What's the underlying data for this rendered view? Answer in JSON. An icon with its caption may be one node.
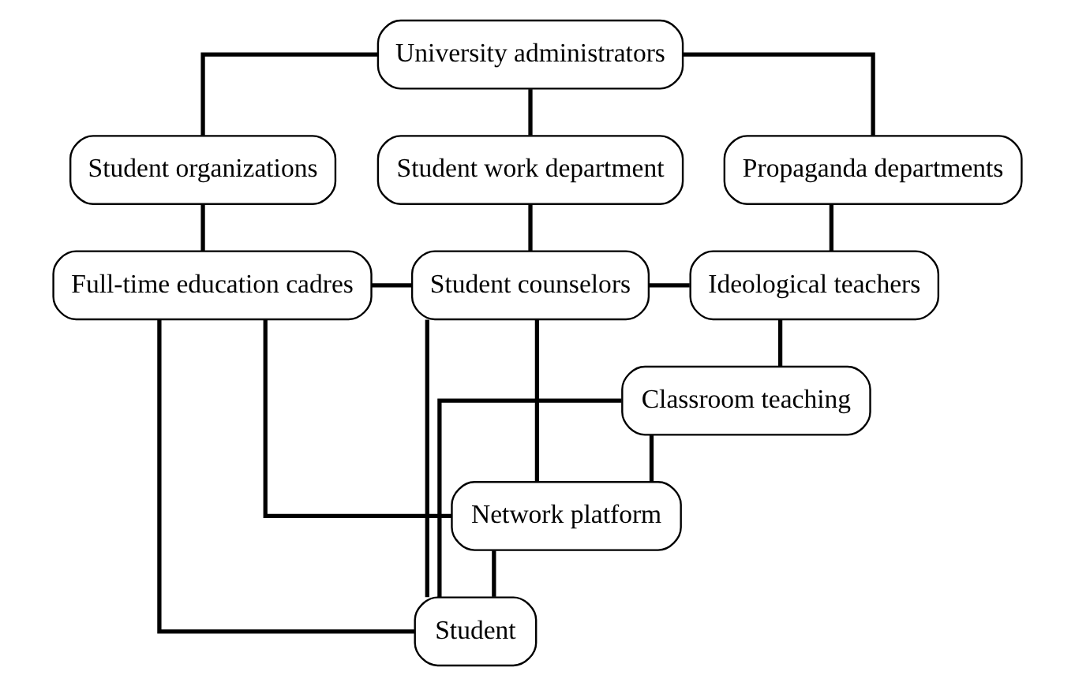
{
  "diagram": {
    "nodes": [
      {
        "text": [
          "University administrators"
        ]
      },
      {
        "text": [
          "Student organizations"
        ]
      },
      {
        "text": [
          "Student work department"
        ]
      },
      {
        "text": [
          "Propaganda departments"
        ]
      },
      {
        "text": [
          "Full-time education cadres"
        ]
      },
      {
        "text": [
          "Student counselors"
        ]
      },
      {
        "text": [
          "Ideological teachers"
        ]
      },
      {
        "text": [
          "Classroom teaching"
        ]
      },
      {
        "text": [
          "Network platform"
        ]
      },
      {
        "text": [
          "Student"
        ]
      }
    ],
    "edges": [
      {
        "from": 0,
        "to": 1,
        "arrow": "none"
      },
      {
        "from": 0,
        "to": 2,
        "arrow": "none"
      },
      {
        "from": 0,
        "to": 3,
        "arrow": "none"
      },
      {
        "from": 1,
        "to": 4,
        "arrow": "none"
      },
      {
        "from": 2,
        "to": 5,
        "arrow": "none"
      },
      {
        "from": 3,
        "to": 6,
        "arrow": "none"
      },
      {
        "from": 4,
        "to": 5,
        "arrow": "none"
      },
      {
        "from": 5,
        "to": 6,
        "arrow": "none"
      },
      {
        "from": 6,
        "to": 7,
        "arrow": "none"
      },
      {
        "from": 4,
        "to": 8,
        "arrow": "none"
      },
      {
        "from": 4,
        "to": 9,
        "arrow": "none"
      },
      {
        "from": 5,
        "to": 8,
        "arrow": "none"
      },
      {
        "from": 5,
        "to": 9,
        "arrow": "none"
      },
      {
        "from": 7,
        "to": 8,
        "arrow": "none"
      },
      {
        "from": 7,
        "to": 9,
        "arrow": "none"
      },
      {
        "from": 8,
        "to": 9,
        "arrow": "none"
      }
    ]
  }
}
